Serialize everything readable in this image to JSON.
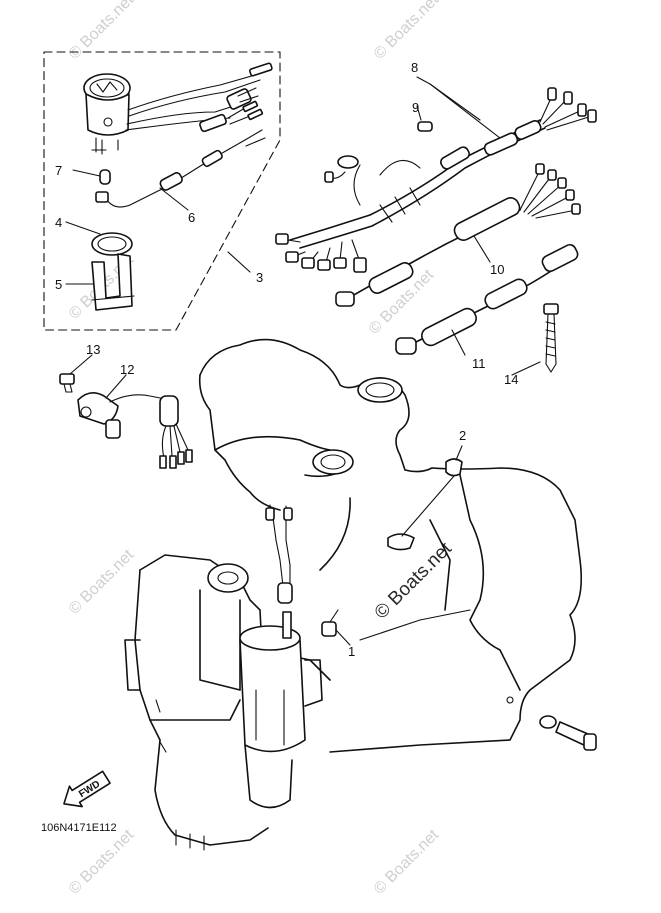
{
  "callouts": {
    "c1": "1",
    "c2": "2",
    "c3": "3",
    "c4": "4",
    "c5": "5",
    "c6": "6",
    "c7": "7",
    "c8": "8",
    "c9": "9",
    "c10": "10",
    "c11": "11",
    "c12": "12",
    "c13": "13",
    "c14": "14"
  },
  "watermark": {
    "text": "© Boats.net",
    "center_text": "© Boats.net"
  },
  "direction_badge": "FWD",
  "diagram_code": "106N4171E112"
}
